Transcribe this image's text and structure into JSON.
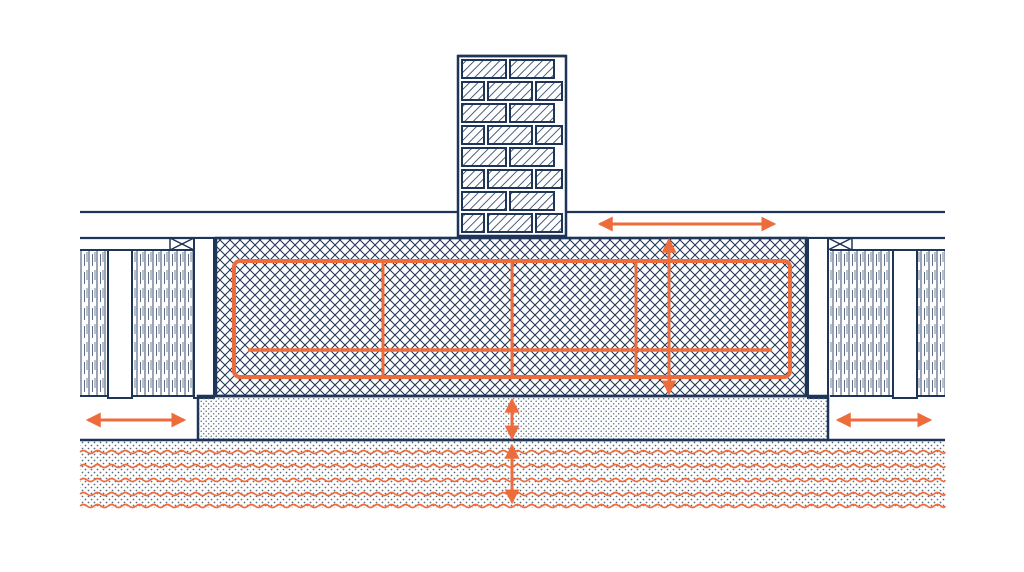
{
  "diagram": {
    "kind": "technical cross-section",
    "colors": {
      "background": "#ffffff",
      "linework": "#1f3558",
      "accent": "#ee6b3b",
      "dots": "#5b6b80"
    },
    "components": [
      "brick-chimney",
      "concrete-footing",
      "rebar-cage",
      "sand-base-layer",
      "soil-layer",
      "left-timber-wall",
      "right-timber-wall",
      "top-slab-line"
    ],
    "arrows": [
      "top-horizontal-double-arrow",
      "vertical-footing-double-arrow",
      "left-horizontal-double-arrow",
      "right-horizontal-double-arrow",
      "base-vertical-double-arrow",
      "soil-vertical-double-arrow"
    ]
  }
}
